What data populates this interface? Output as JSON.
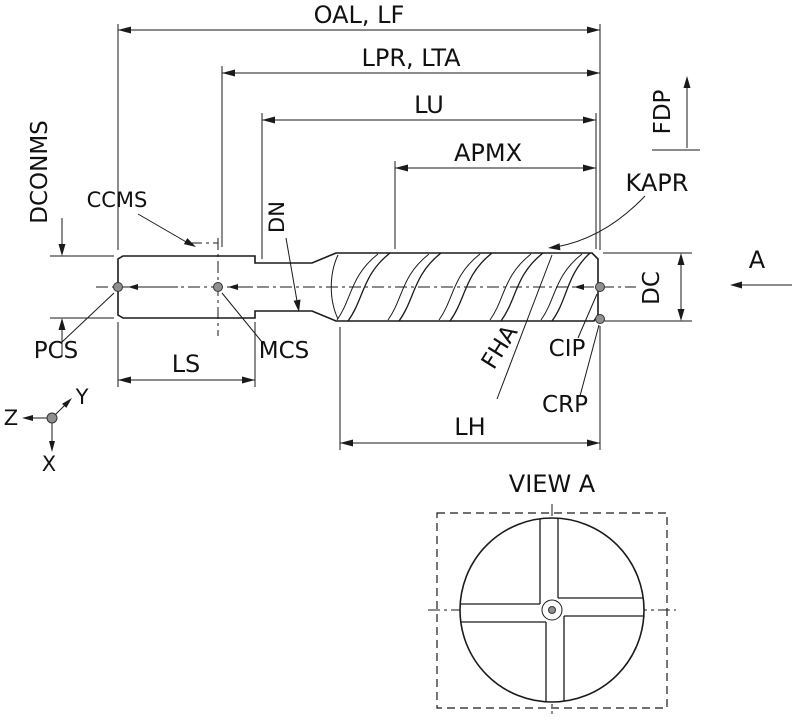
{
  "labels": {
    "oal_lf": "OAL, LF",
    "lpr_lta": "LPR, LTA",
    "lu": "LU",
    "apmx": "APMX",
    "fdp": "FDP",
    "kapr": "KAPR",
    "dc": "DC",
    "a_ref": "A",
    "dconms": "DCONMS",
    "ccms": "CCMS",
    "dn": "DN",
    "pcs": "PCS",
    "mcs": "MCS",
    "ls": "LS",
    "fha": "FHA",
    "cip": "CIP",
    "crp": "CRP",
    "lh": "LH",
    "view_a": "VIEW A"
  },
  "axes": {
    "x": "X",
    "y": "Y",
    "z": "Z"
  },
  "colors": {
    "line": "#1a1a1a",
    "text": "#111111",
    "marker": "#8f8f8f",
    "background": "#ffffff"
  }
}
